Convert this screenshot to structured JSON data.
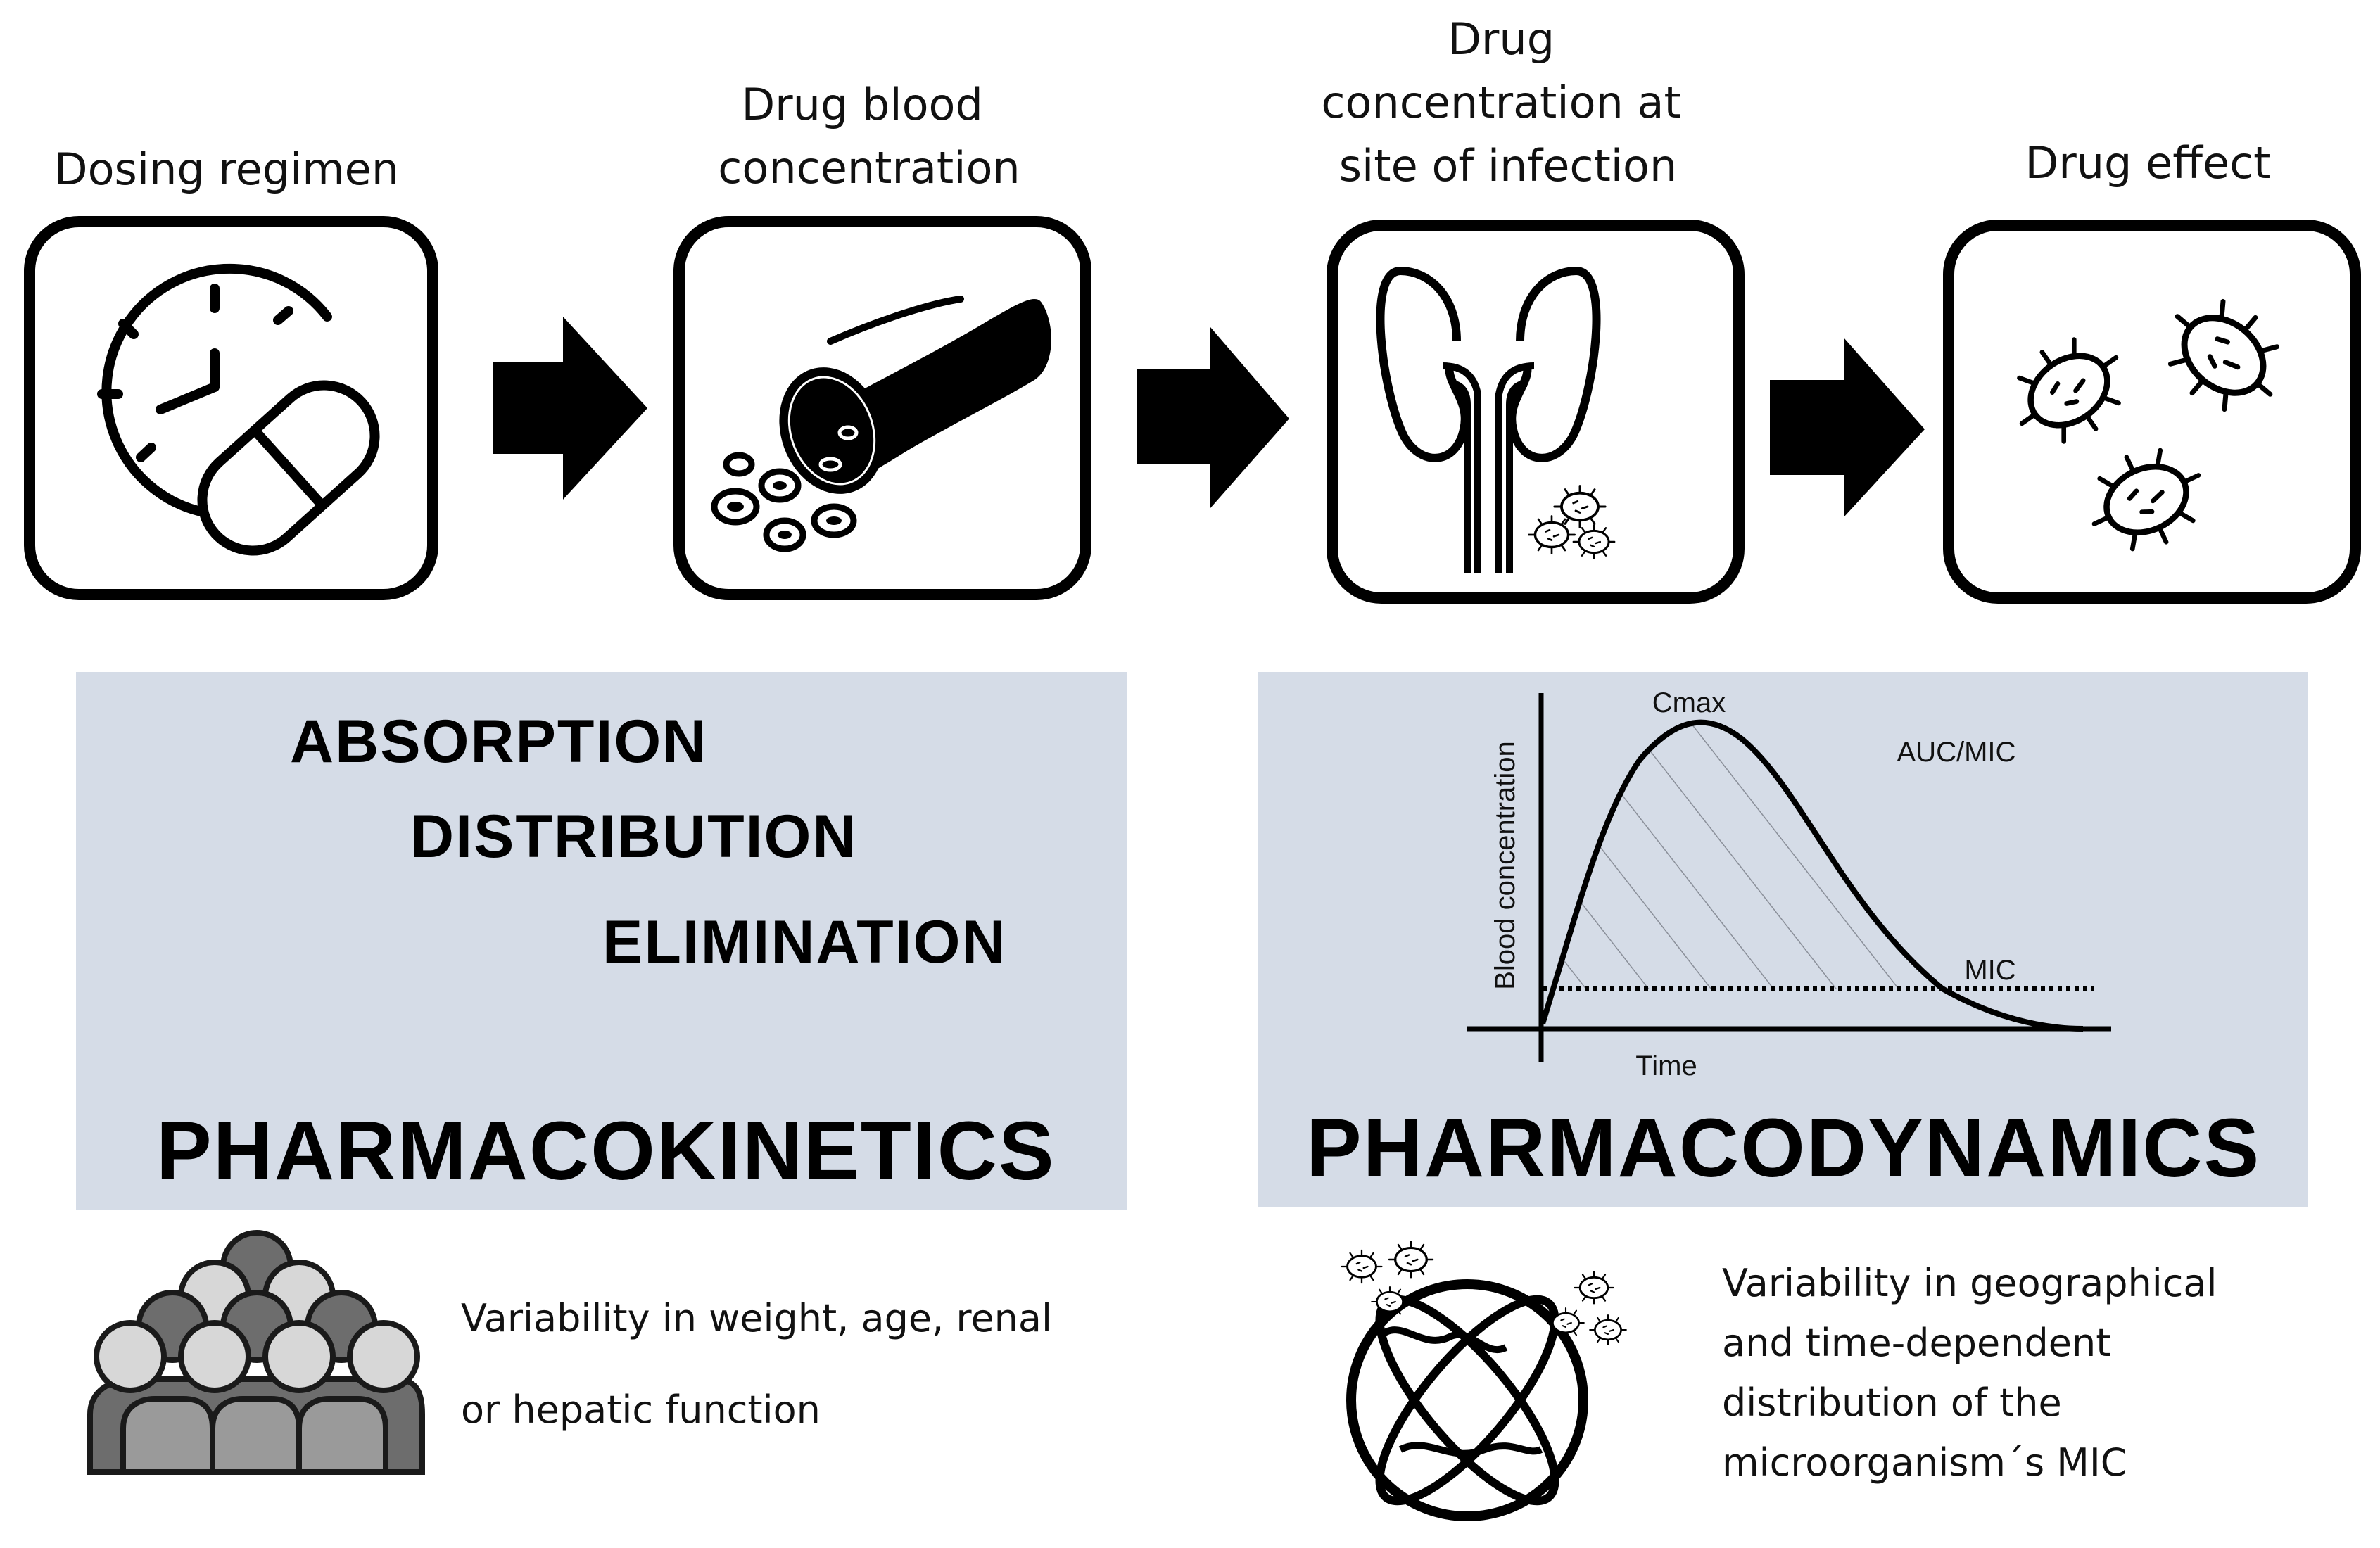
{
  "steps": [
    {
      "label_lines": [
        "Dosing regimen"
      ],
      "icon": "clock-pill-icon"
    },
    {
      "label_lines": [
        "Drug blood",
        "concentration"
      ],
      "icon": "blood-vessel-icon"
    },
    {
      "label_lines": [
        "Drug",
        "concentration at",
        "site of infection"
      ],
      "icon": "kidney-icon"
    },
    {
      "label_lines": [
        "Drug effect"
      ],
      "icon": "bacteria-icon"
    }
  ],
  "pk": {
    "absorption": "ABSORPTION",
    "distribution": "DISTRIBUTION",
    "elimination": "ELIMINATION",
    "title": "PHARMACOKINETICS",
    "variability_lines": [
      "Variability in weight, age, renal",
      "or hepatic function"
    ],
    "icon": "population-icon"
  },
  "pd": {
    "title": "PHARMACODYNAMICS",
    "variability_lines": [
      "Variability in geographical",
      "and time-dependent",
      "distribution of the",
      "microorganism´s MIC"
    ],
    "icon": "globe-bacteria-icon"
  },
  "chart_data": {
    "type": "line",
    "title": "",
    "xlabel": "Time",
    "ylabel": "Blood concentration",
    "annotations": [
      "Cmax",
      "AUC/MIC",
      "MIC"
    ],
    "series": [
      {
        "name": "",
        "description": "concentration-time curve rising to Cmax then declining below MIC"
      }
    ],
    "reference_lines": [
      {
        "label": "MIC",
        "style": "dotted"
      }
    ],
    "shaded_area": "AUC above MIC",
    "grid": false
  },
  "colors": {
    "panel_bg": "#d5dce7",
    "ink": "#000000",
    "text": "#111111"
  }
}
